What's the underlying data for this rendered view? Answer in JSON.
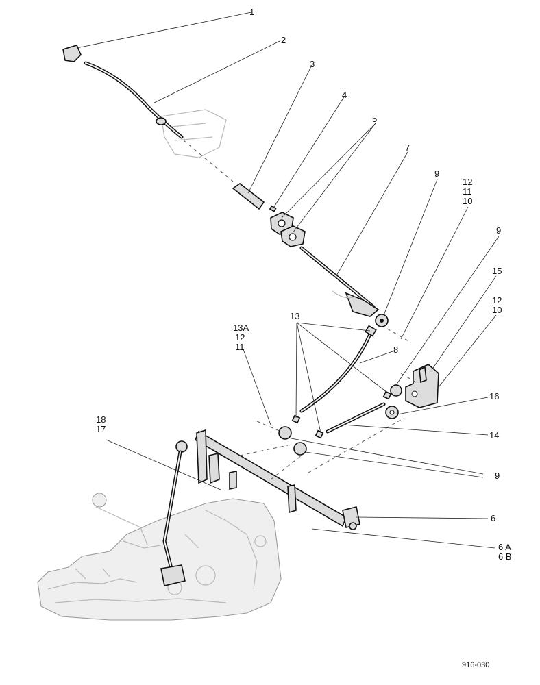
{
  "callouts": {
    "c1": "1",
    "c2": "2",
    "c3": "3",
    "c4": "4",
    "c5": "5",
    "c7": "7",
    "c9a": "9",
    "c12a": "12",
    "c11a": "11",
    "c10a": "10",
    "c9b": "9",
    "c15": "15",
    "c12b": "12",
    "c10b": "10",
    "c13": "13",
    "c13a": "13A",
    "c12c": "12",
    "c11c": "11",
    "c8": "8",
    "c16": "16",
    "c18": "18",
    "c17": "17",
    "c14": "14",
    "c9c": "9",
    "c6": "6",
    "c6a": "6 A",
    "c6b": "6 B"
  },
  "drawing_number": "916-030"
}
